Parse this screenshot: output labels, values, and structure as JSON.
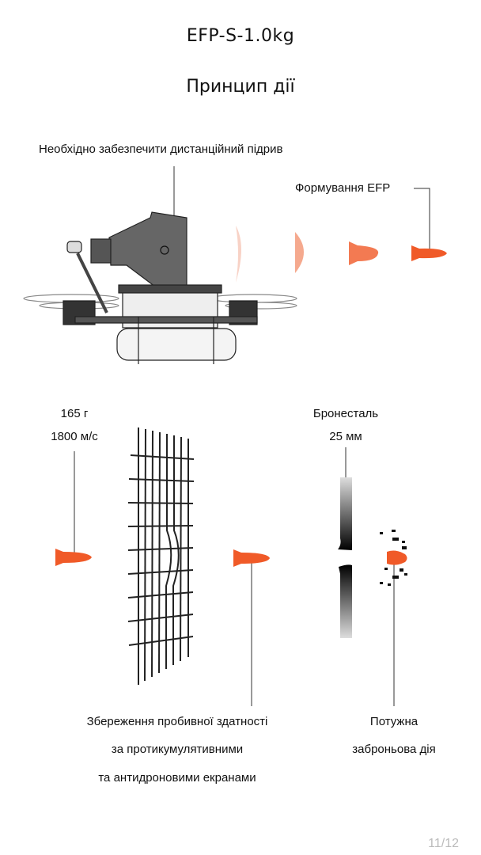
{
  "header": {
    "title": "EFP-S-1.0kg",
    "subtitle": "Принцип дії"
  },
  "top_section": {
    "remote_detonation_label": "Необхідно забезпечити дистанційний підрив",
    "efp_formation_label": "Формування EFP"
  },
  "projectile": {
    "mass": "165 г",
    "velocity": "1800 м/с"
  },
  "armor": {
    "material": "Бронесталь",
    "thickness": "25 мм"
  },
  "captions": {
    "penetration_line1": "Збереження пробивної здатності",
    "penetration_line2": "за протикумулятивними",
    "penetration_line3": "та антидроновими екранами",
    "effect_line1": "Потужна",
    "effect_line2": "заброньова дія"
  },
  "colors": {
    "projectile": "#f05a28",
    "text": "#111111"
  },
  "pagination": {
    "current": "11/12"
  }
}
